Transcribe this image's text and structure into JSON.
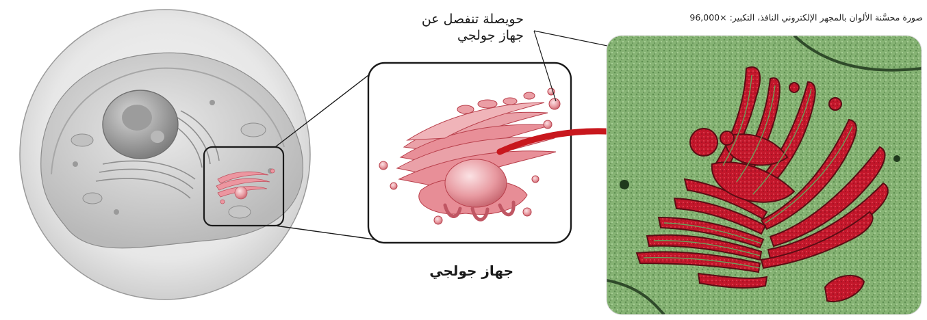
{
  "labels": {
    "vesicle_line1": "حويصلة تنفصل عن",
    "vesicle_line2": "جهاز جولجي",
    "golgi_apparatus": "جهاز جولجي",
    "micrograph_caption": "صورة محسَّنة الألوان بالمجهر الإلكتروني النافذ، التكبير: ×96,000"
  },
  "colors": {
    "membrane_pink": "#e7828a",
    "membrane_dark": "#b9404c",
    "arrow_red": "#c8171d",
    "micrograph_green": "#7ca86a",
    "micrograph_red": "#c4142a",
    "cell_gray": "#d7d7d7"
  }
}
